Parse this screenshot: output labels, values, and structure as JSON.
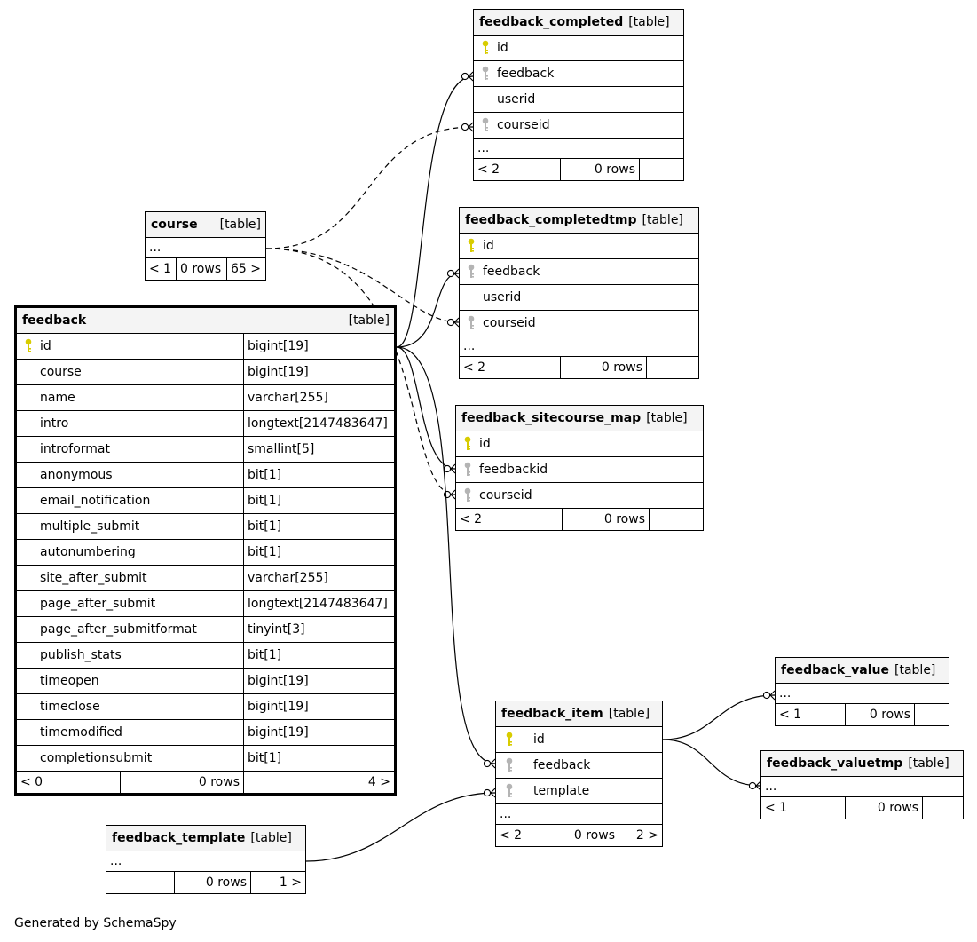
{
  "footer_text": "Generated by SchemaSpy",
  "colors": {
    "primary_key": "#d8cc00",
    "foreign_key": "#b4b4b4",
    "header_bg": "#f4f4f4"
  },
  "tables": {
    "feedback_completed": {
      "name": "feedback_completed",
      "type": "[table]",
      "columns": [
        {
          "name": "id",
          "key": "primary-key"
        },
        {
          "name": "feedback",
          "key": "foreign-key"
        },
        {
          "name": "userid",
          "key": ""
        },
        {
          "name": "courseid",
          "key": "foreign-key"
        }
      ],
      "more": "...",
      "footer": {
        "parents": "< 2",
        "rows": "0 rows",
        "children": ""
      }
    },
    "feedback_completedtmp": {
      "name": "feedback_completedtmp",
      "type": "[table]",
      "columns": [
        {
          "name": "id",
          "key": "primary-key"
        },
        {
          "name": "feedback",
          "key": "foreign-key"
        },
        {
          "name": "userid",
          "key": ""
        },
        {
          "name": "courseid",
          "key": "foreign-key"
        }
      ],
      "more": "...",
      "footer": {
        "parents": "< 2",
        "rows": "0 rows",
        "children": ""
      }
    },
    "course": {
      "name": "course",
      "type": "[table]",
      "more": "...",
      "footer": {
        "parents": "< 1",
        "rows": "0 rows",
        "children": "65 >"
      }
    },
    "feedback": {
      "name": "feedback",
      "type": "[table]",
      "columns": [
        {
          "name": "id",
          "type": "bigint[19]",
          "key": "primary-key"
        },
        {
          "name": "course",
          "type": "bigint[19]",
          "key": ""
        },
        {
          "name": "name",
          "type": "varchar[255]",
          "key": ""
        },
        {
          "name": "intro",
          "type": "longtext[2147483647]",
          "key": ""
        },
        {
          "name": "introformat",
          "type": "smallint[5]",
          "key": ""
        },
        {
          "name": "anonymous",
          "type": "bit[1]",
          "key": ""
        },
        {
          "name": "email_notification",
          "type": "bit[1]",
          "key": ""
        },
        {
          "name": "multiple_submit",
          "type": "bit[1]",
          "key": ""
        },
        {
          "name": "autonumbering",
          "type": "bit[1]",
          "key": ""
        },
        {
          "name": "site_after_submit",
          "type": "varchar[255]",
          "key": ""
        },
        {
          "name": "page_after_submit",
          "type": "longtext[2147483647]",
          "key": ""
        },
        {
          "name": "page_after_submitformat",
          "type": "tinyint[3]",
          "key": ""
        },
        {
          "name": "publish_stats",
          "type": "bit[1]",
          "key": ""
        },
        {
          "name": "timeopen",
          "type": "bigint[19]",
          "key": ""
        },
        {
          "name": "timeclose",
          "type": "bigint[19]",
          "key": ""
        },
        {
          "name": "timemodified",
          "type": "bigint[19]",
          "key": ""
        },
        {
          "name": "completionsubmit",
          "type": "bit[1]",
          "key": ""
        }
      ],
      "footer": {
        "parents": "< 0",
        "rows": "0 rows",
        "children": "4 >"
      }
    },
    "feedback_sitecourse_map": {
      "name": "feedback_sitecourse_map",
      "type": "[table]",
      "columns": [
        {
          "name": "id",
          "key": "primary-key"
        },
        {
          "name": "feedbackid",
          "key": "foreign-key"
        },
        {
          "name": "courseid",
          "key": "foreign-key"
        }
      ],
      "footer": {
        "parents": "< 2",
        "rows": "0 rows",
        "children": ""
      }
    },
    "feedback_value": {
      "name": "feedback_value",
      "type": "[table]",
      "more": "...",
      "footer": {
        "parents": "< 1",
        "rows": "0 rows",
        "children": ""
      }
    },
    "feedback_item": {
      "name": "feedback_item",
      "type": "[table]",
      "columns": [
        {
          "name": "id",
          "key": "primary-key"
        },
        {
          "name": "feedback",
          "key": "foreign-key"
        },
        {
          "name": "template",
          "key": "foreign-key"
        }
      ],
      "more": "...",
      "footer": {
        "parents": "< 2",
        "rows": "0 rows",
        "children": "2 >"
      }
    },
    "feedback_valuetmp": {
      "name": "feedback_valuetmp",
      "type": "[table]",
      "more": "...",
      "footer": {
        "parents": "< 1",
        "rows": "0 rows",
        "children": ""
      }
    },
    "feedback_template": {
      "name": "feedback_template",
      "type": "[table]",
      "more": "...",
      "footer": {
        "parents": "",
        "rows": "0 rows",
        "children": "1 >"
      }
    }
  },
  "relationships": [
    {
      "from": "feedback.id",
      "to": "feedback_completed.feedback",
      "style": "solid"
    },
    {
      "from": "course",
      "to": "feedback_completed.courseid",
      "style": "dashed"
    },
    {
      "from": "feedback.id",
      "to": "feedback_completedtmp.feedback",
      "style": "solid"
    },
    {
      "from": "course",
      "to": "feedback_completedtmp.courseid",
      "style": "dashed"
    },
    {
      "from": "feedback.id",
      "to": "feedback_sitecourse_map.feedbackid",
      "style": "solid"
    },
    {
      "from": "course",
      "to": "feedback_sitecourse_map.courseid",
      "style": "dashed"
    },
    {
      "from": "feedback.id",
      "to": "feedback_item.feedback",
      "style": "solid"
    },
    {
      "from": "feedback_template",
      "to": "feedback_item.template",
      "style": "solid"
    },
    {
      "from": "feedback_item.id",
      "to": "feedback_value",
      "style": "solid"
    },
    {
      "from": "feedback_item.id",
      "to": "feedback_valuetmp",
      "style": "solid"
    }
  ]
}
